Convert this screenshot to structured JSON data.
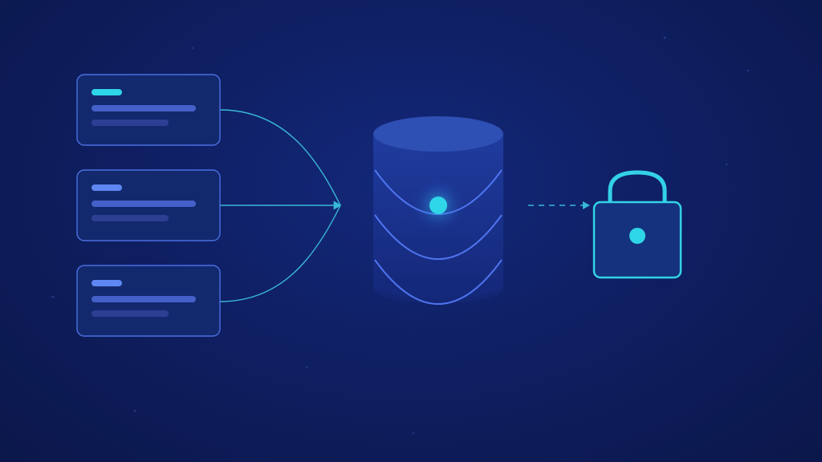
{
  "colors": {
    "accent_cyan": "#2fd6e8",
    "accent_blue": "#5f86f2",
    "card_border": "#4a6fe0",
    "card_fill": "#13296e",
    "line_primary": "#4460c9",
    "line_secondary": "#2c3f93",
    "connector": "#38b9d6",
    "db_top": "#2e4fb3",
    "db_body": "#1c3596",
    "db_ring": "#4f74ef",
    "lock_stroke": "#33d2e6",
    "lock_fill": "#14327e"
  },
  "diagram": {
    "sources": [
      {
        "id": "source-1",
        "tag_color": "accent_cyan"
      },
      {
        "id": "source-2",
        "tag_color": "accent_blue"
      },
      {
        "id": "source-3",
        "tag_color": "accent_blue"
      }
    ],
    "hub": {
      "icon": "database-icon"
    },
    "target": {
      "icon": "lock-icon"
    }
  }
}
